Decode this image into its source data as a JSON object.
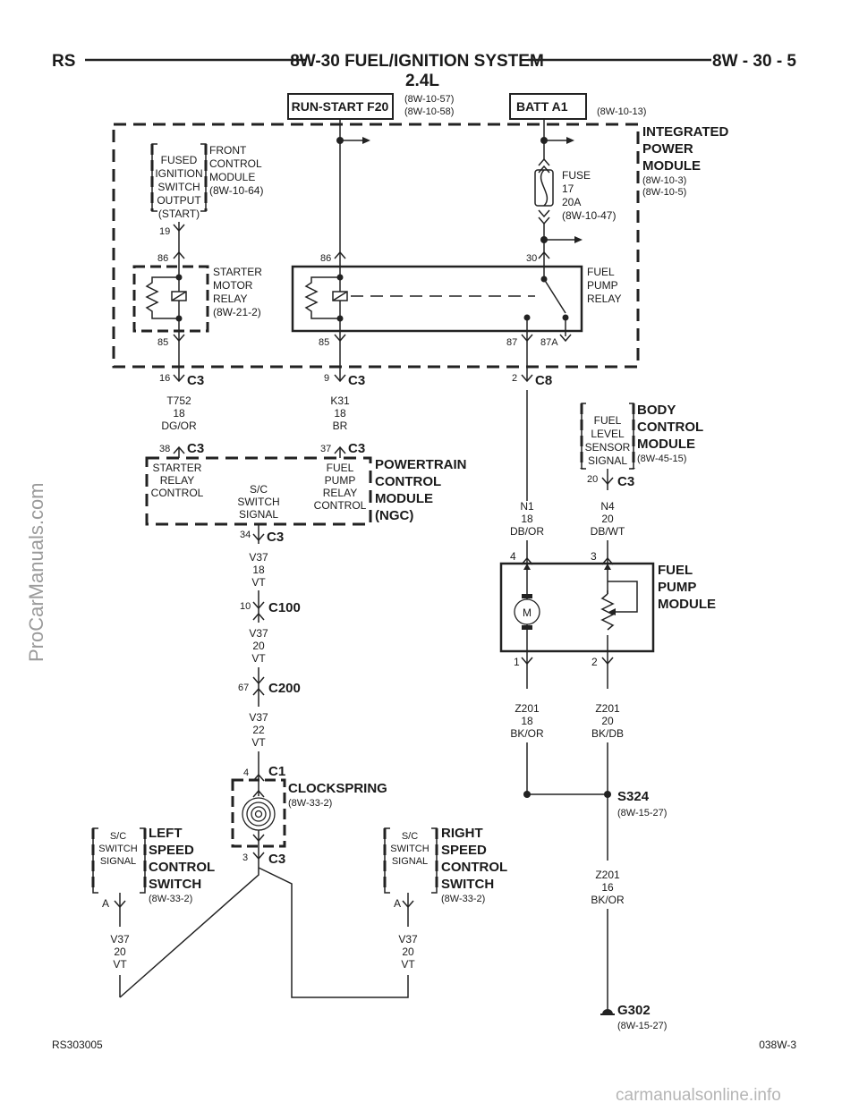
{
  "header": {
    "left": "RS",
    "title": "8W-30 FUEL/IGNITION SYSTEM",
    "subtitle": "2.4L",
    "right": "8W - 30 - 5"
  },
  "footer": {
    "left": "RS303005",
    "right": "038W-3"
  },
  "watermark": {
    "side": "ProCarManuals.com",
    "bottom": "carmanualsonline.info"
  },
  "sources": {
    "run_start": {
      "label": "RUN-START F20",
      "refs": [
        "(8W-10-57)",
        "(8W-10-58)"
      ]
    },
    "batt": {
      "label": "BATT A1",
      "ref": "(8W-10-13)"
    }
  },
  "ipm": {
    "title": [
      "INTEGRATED",
      "POWER",
      "MODULE"
    ],
    "refs": [
      "(8W-10-3)",
      "(8W-10-5)"
    ],
    "fused_output": [
      "FUSED",
      "IGNITION",
      "SWITCH",
      "OUTPUT",
      "(START)"
    ],
    "fcm": [
      "FRONT",
      "CONTROL",
      "MODULE",
      "(8W-10-64)"
    ],
    "pin19": "19",
    "fuse": [
      "FUSE",
      "17",
      "20A",
      "(8W-10-47)"
    ],
    "starter_relay": [
      "STARTER",
      "MOTOR",
      "RELAY",
      "(8W-21-2)"
    ],
    "fuel_relay": [
      "FUEL",
      "PUMP",
      "RELAY"
    ],
    "pins": {
      "sr86": "86",
      "sr85": "85",
      "fr86": "86",
      "fr30": "30",
      "fr85": "85",
      "fr87": "87",
      "fr87a": "87A"
    }
  },
  "connectors": {
    "c3_16": {
      "pin": "16",
      "name": "C3"
    },
    "c3_9": {
      "pin": "9",
      "name": "C3"
    },
    "c8_2": {
      "pin": "2",
      "name": "C8"
    },
    "c3_38": {
      "pin": "38",
      "name": "C3"
    },
    "c3_37": {
      "pin": "37",
      "name": "C3"
    },
    "c3_34": {
      "pin": "34",
      "name": "C3"
    },
    "c3_20": {
      "pin": "20",
      "name": "C3"
    },
    "c100": {
      "pin": "10",
      "name": "C100"
    },
    "c200": {
      "pin": "67",
      "name": "C200"
    },
    "c1": {
      "pin": "4",
      "name": "C1"
    },
    "c3_3": {
      "pin": "3",
      "name": "C3"
    }
  },
  "wires": {
    "t752": [
      "T752",
      "18",
      "DG/OR"
    ],
    "k31": [
      "K31",
      "18",
      "BR"
    ],
    "n1": [
      "N1",
      "18",
      "DB/OR"
    ],
    "n4": [
      "N4",
      "20",
      "DB/WT"
    ],
    "v37a": [
      "V37",
      "18",
      "VT"
    ],
    "v37b": [
      "V37",
      "20",
      "VT"
    ],
    "v37c": [
      "V37",
      "22",
      "VT"
    ],
    "v37l": [
      "V37",
      "20",
      "VT"
    ],
    "v37r": [
      "V37",
      "20",
      "VT"
    ],
    "z201a": [
      "Z201",
      "18",
      "BK/OR"
    ],
    "z201b": [
      "Z201",
      "20",
      "BK/DB"
    ],
    "z201c": [
      "Z201",
      "16",
      "BK/OR"
    ]
  },
  "bcm": {
    "title": [
      "BODY",
      "CONTROL",
      "MODULE"
    ],
    "ref": "(8W-45-15)",
    "signal": [
      "FUEL",
      "LEVEL",
      "SENSOR",
      "SIGNAL"
    ]
  },
  "pcm": {
    "title": [
      "POWERTRAIN",
      "CONTROL",
      "MODULE",
      "(NGC)"
    ],
    "starter": [
      "STARTER",
      "RELAY",
      "CONTROL"
    ],
    "sc": [
      "S/C",
      "SWITCH",
      "SIGNAL"
    ],
    "fuel": [
      "FUEL",
      "PUMP",
      "RELAY",
      "CONTROL"
    ]
  },
  "fuel_pump_module": {
    "title": [
      "FUEL",
      "PUMP",
      "MODULE"
    ],
    "pins": {
      "p4": "4",
      "p3": "3",
      "p1": "1",
      "p2": "2"
    },
    "motor": "M"
  },
  "clockspring": {
    "title": "CLOCKSPRING",
    "ref": "(8W-33-2)"
  },
  "left_switch": {
    "title": [
      "LEFT",
      "SPEED",
      "CONTROL",
      "SWITCH"
    ],
    "ref": "(8W-33-2)",
    "signal": [
      "S/C",
      "SWITCH",
      "SIGNAL"
    ],
    "pin": "A"
  },
  "right_switch": {
    "title": [
      "RIGHT",
      "SPEED",
      "CONTROL",
      "SWITCH"
    ],
    "ref": "(8W-33-2)",
    "signal": [
      "S/C",
      "SWITCH",
      "SIGNAL"
    ],
    "pin": "A"
  },
  "splice": {
    "name": "S324",
    "ref": "(8W-15-27)"
  },
  "ground": {
    "name": "G302",
    "ref": "(8W-15-27)"
  }
}
